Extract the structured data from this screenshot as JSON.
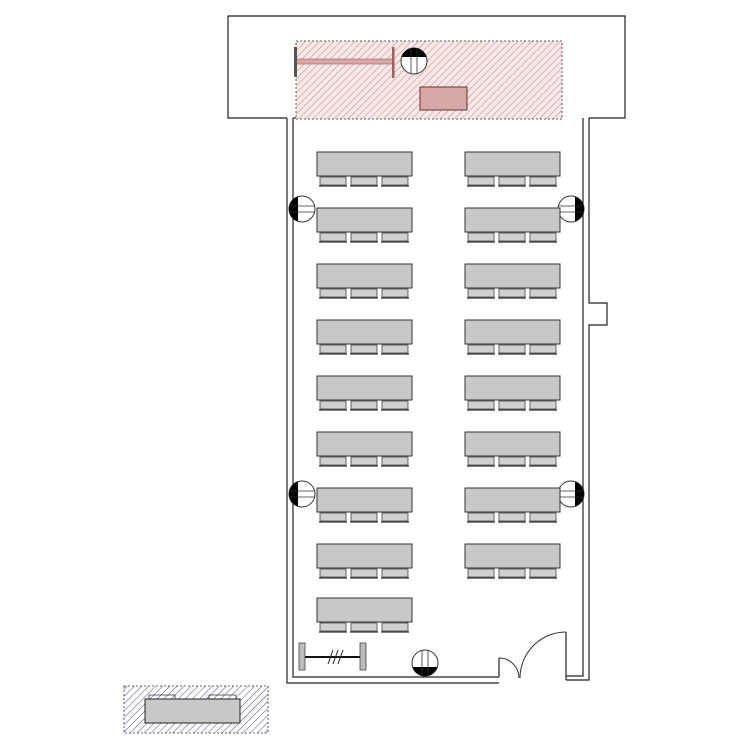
{
  "plan": {
    "left_column_desks": 9,
    "right_column_desks": 8,
    "chairs_per_desk": 3
  },
  "colors": {
    "wall": "#222222",
    "desk_fill": "#c8c8c8",
    "stage_hatch": "#c98080",
    "stage_fill": "#f6e4e4",
    "podium_fill": "#d8a8a8",
    "legend_hatch": "#3a3a7a"
  }
}
